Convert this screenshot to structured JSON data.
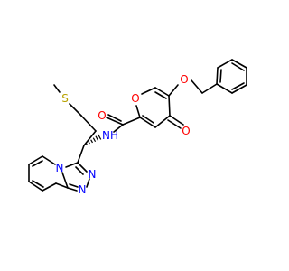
{
  "molecule": {
    "atoms": {
      "S": {
        "symbol": "S",
        "color": "#b8a200"
      },
      "O_ring": {
        "symbol": "O",
        "color": "#ff0000"
      },
      "O_ether": {
        "symbol": "O",
        "color": "#ff0000"
      },
      "O_amide": {
        "symbol": "O",
        "color": "#ff0000"
      },
      "O_keto": {
        "symbol": "O",
        "color": "#ff0000"
      },
      "NH": {
        "symbol": "NH",
        "color": "#0000ff"
      },
      "N_bridge": {
        "symbol": "N",
        "color": "#0000ff"
      },
      "N_a": {
        "symbol": "N",
        "color": "#0000ff"
      },
      "N_b": {
        "symbol": "N",
        "color": "#0000ff"
      }
    },
    "stereo_bond": "wedge"
  }
}
